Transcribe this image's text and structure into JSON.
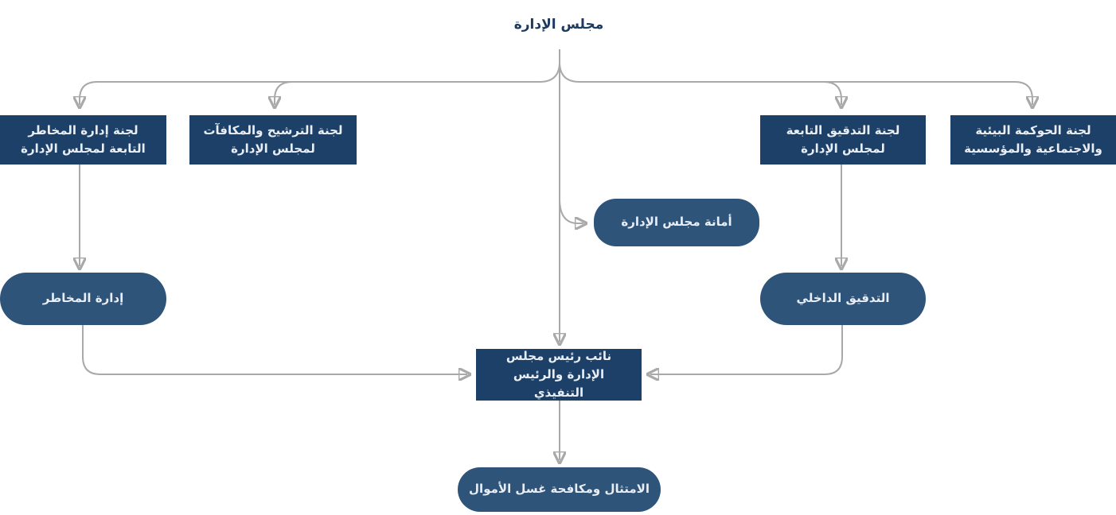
{
  "diagram": {
    "type": "org-chart",
    "direction": "rtl",
    "colors": {
      "committee_box": "#1d4068",
      "department_pill": "#2e547a",
      "connector_line": "#a9a9a9",
      "arrowhead": "#9a9a9a",
      "root_text": "#1b3a5e",
      "node_text": "#e9eef4",
      "background": "#ffffff"
    },
    "nodes": {
      "board": {
        "label": "مجلس الإدارة"
      },
      "risk_committee": {
        "label": "لجنة إدارة المخاطر التابعة لمجلس الإدارة"
      },
      "nomination_committee": {
        "label": "لجنة الترشيح والمكافآت لمجلس الإدارة"
      },
      "audit_committee": {
        "label": "لجنة التدقيق التابعة لمجلس الإدارة"
      },
      "esg_committee": {
        "label": "لجنة الحوكمة البيئية والاجتماعية والمؤسسية"
      },
      "board_secretariat": {
        "label": "أمانة مجلس الإدارة"
      },
      "risk_management": {
        "label": "إدارة المخاطر"
      },
      "internal_audit": {
        "label": "التدقيق الداخلي"
      },
      "vice_chairman_ceo": {
        "label": "نائب رئيس مجلس الإدارة والرئيس التنفيذي"
      },
      "compliance_aml": {
        "label": "الامتثال ومكافحة غسل الأموال"
      }
    }
  }
}
